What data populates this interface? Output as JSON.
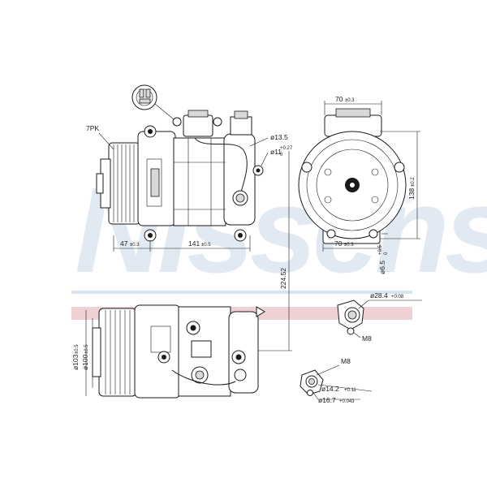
{
  "brand": {
    "watermark": "Nissens",
    "registered_mark": "®",
    "accent_band": "#e9c1c6",
    "watermark_color": "#c9d9ea"
  },
  "dimensions": {
    "belt": "7PK",
    "pulley_offset_main": "47",
    "pulley_offset_tol": "±0.3",
    "body_length_main": "141",
    "body_length_tol": "±0.5",
    "overall_length": "224.52",
    "port_diameter": "ø13.5",
    "bore_main": "ø11",
    "bore_tol_upper": "+0.27",
    "bore_tol_lower": "0",
    "top_width_main": "70",
    "top_width_tol": "±0.3",
    "bottom_width_main": "70",
    "bottom_width_tol": "±0.3",
    "height_main": "138",
    "height_tol": "±0.2",
    "hole_main": "ø6.5",
    "hole_tol_upper": "+0.5",
    "hole_tol_lower": "0",
    "pulley_outer_main": "ø103",
    "pulley_outer_tol": "±0.5",
    "pulley_inner_main": "ø100",
    "pulley_inner_tol": "±0.5",
    "fitting1_dia_main": "ø28.4",
    "fitting1_dia_tol": "+0.08",
    "fitting1_thread": "M8",
    "fitting2_thread": "M8",
    "fitting2_dia_a_main": "ø14.2",
    "fitting2_dia_a_tol": "+0.11",
    "fitting2_dia_b_main": "ø16.7",
    "fitting2_dia_b_tol": "+0.043"
  }
}
